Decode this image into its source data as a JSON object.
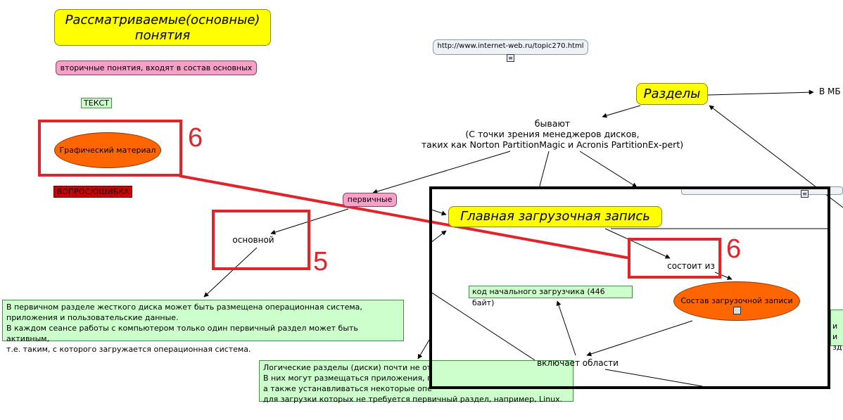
{
  "legend": {
    "main_concepts": "Рассматриваемые(основные) понятия",
    "secondary_concepts": "вторичные понятия, входят в состав основных",
    "text": "ТЕКСТ",
    "graphic": "Графический материал",
    "question": "ВОПРОС/ОШИБКА"
  },
  "url_node": "http://www.internet-web.ru/topic270.html",
  "map": {
    "razdely": "Разделы",
    "v_mb": "В МБ",
    "byvayut": "бывают\n(С точки зрения менеджеров дисков,\nтаких как Norton PartitionMagic и Acronis PartitionEx-pert)",
    "pervichnye": "первичные",
    "osnovnoy": "основной",
    "pervichny_text": "В первичном разделе жесткого диска может быть размещена операционная система,\nприложения и пользовательские данные.\nВ каждом сеансе работы с компьютером только один первичный раздел может быть активным,\nт.е. таким, с которого загружается операционная система.",
    "logicheskie_text": "Логические разделы (диски) почти не от\nВ них могут размещаться приложения, п\nа также устанавливаться некоторые опе\nдля загрузки которых не требуется первичный раздел, например, Linux.",
    "glavnaya": "Главная загрузочная запись",
    "sostoit_iz": "состоит из",
    "sostav": "Состав загрузочной записи",
    "kod": "код начального загрузчика (446 байт)",
    "vklyuchaet": "включает области",
    "right_fragment": "\nи\nи\nзд"
  },
  "annotations": {
    "label_graphic": "6",
    "label_osnovnoy": "5",
    "label_sostoit": "6"
  },
  "colors": {
    "main_concept": "#ffff00",
    "secondary_concept": "#f7a1c9",
    "text_node": "#ccffcc",
    "graphic_node": "#ff6600",
    "question_node": "#cc0000",
    "annotation_red": "#e0242c"
  }
}
